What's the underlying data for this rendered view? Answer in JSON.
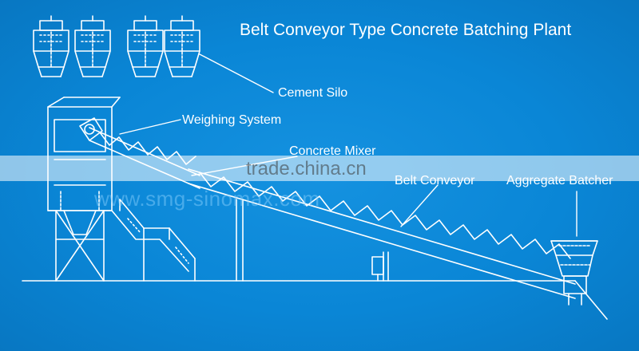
{
  "title": "Belt Conveyor Type Concrete Batching Plant",
  "labels": {
    "cement_silo": "Cement Silo",
    "weighing_system": "Weighing System",
    "concrete_mixer": "Concrete Mixer",
    "belt_conveyor": "Belt Conveyor",
    "aggregate_batcher": "Aggregate Batcher"
  },
  "watermarks": {
    "band_text": "trade.china.cn",
    "site_text": "www.smg-sinomax.com"
  },
  "colors": {
    "background": "#0a86d6",
    "line": "#ffffff",
    "band": "#ffffff"
  }
}
